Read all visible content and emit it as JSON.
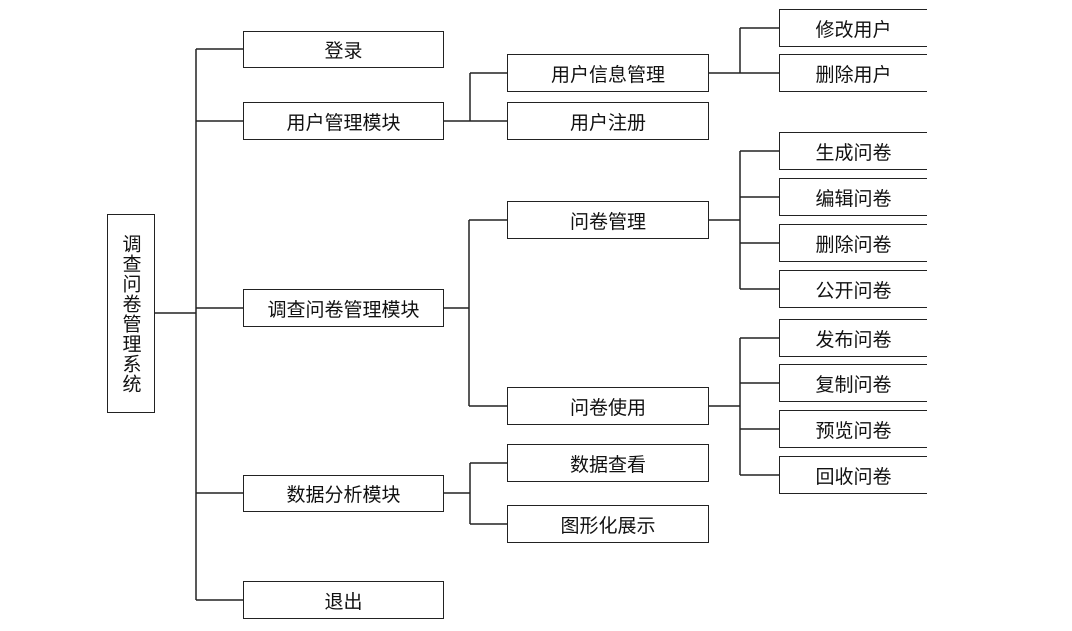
{
  "root": {
    "label": "调查问卷管理系统"
  },
  "level1": {
    "login": "登录",
    "user_module": "用户管理模块",
    "survey_module": "调查问卷管理模块",
    "data_module": "数据分析模块",
    "logout": "退出"
  },
  "level2": {
    "user_info": "用户信息管理",
    "user_register": "用户注册",
    "survey_manage": "问卷管理",
    "survey_use": "问卷使用",
    "data_view": "数据查看",
    "graph_display": "图形化展示"
  },
  "level3": {
    "edit_user": "修改用户",
    "delete_user": "删除用户",
    "create_survey": "生成问卷",
    "edit_survey": "编辑问卷",
    "delete_survey": "删除问卷",
    "publicize_survey": "公开问卷",
    "publish_survey": "发布问卷",
    "copy_survey": "复制问卷",
    "preview_survey": "预览问卷",
    "collect_survey": "回收问卷"
  }
}
